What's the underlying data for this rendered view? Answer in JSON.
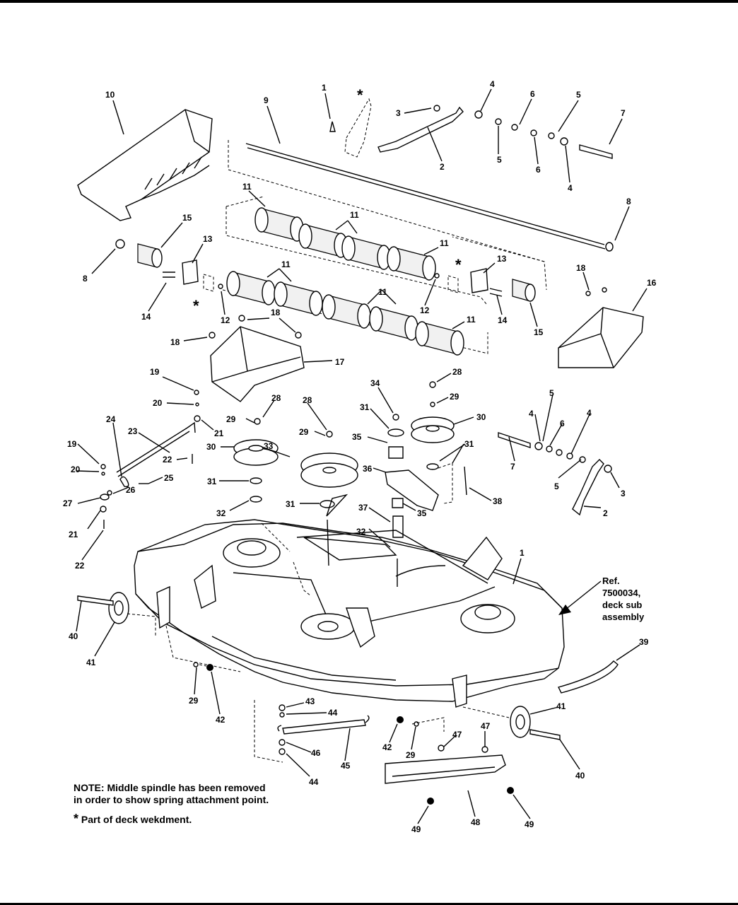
{
  "callouts": [
    {
      "id": "c-10",
      "label": "10"
    },
    {
      "id": "c-9",
      "label": "9"
    },
    {
      "id": "c-1a",
      "label": "1"
    },
    {
      "id": "c-star1",
      "label": "*"
    },
    {
      "id": "c-3a",
      "label": "3"
    },
    {
      "id": "c-4a",
      "label": "4"
    },
    {
      "id": "c-6a",
      "label": "6"
    },
    {
      "id": "c-5a",
      "label": "5"
    },
    {
      "id": "c-7a",
      "label": "7"
    },
    {
      "id": "c-2a",
      "label": "2"
    },
    {
      "id": "c-5b",
      "label": "5"
    },
    {
      "id": "c-6b",
      "label": "6"
    },
    {
      "id": "c-4b",
      "label": "4"
    },
    {
      "id": "c-8a",
      "label": "8"
    },
    {
      "id": "c-11a",
      "label": "11"
    },
    {
      "id": "c-11b",
      "label": "11"
    },
    {
      "id": "c-11c",
      "label": "11"
    },
    {
      "id": "c-15a",
      "label": "15"
    },
    {
      "id": "c-13a",
      "label": "13"
    },
    {
      "id": "c-8b",
      "label": "8"
    },
    {
      "id": "c-11d",
      "label": "11"
    },
    {
      "id": "c-star2",
      "label": "*"
    },
    {
      "id": "c-13b",
      "label": "13"
    },
    {
      "id": "c-18a",
      "label": "18"
    },
    {
      "id": "c-14a",
      "label": "14"
    },
    {
      "id": "c-star3",
      "label": "*"
    },
    {
      "id": "c-12a",
      "label": "12"
    },
    {
      "id": "c-18b",
      "label": "18"
    },
    {
      "id": "c-11e",
      "label": "11"
    },
    {
      "id": "c-12b",
      "label": "12"
    },
    {
      "id": "c-14b",
      "label": "14"
    },
    {
      "id": "c-15b",
      "label": "15"
    },
    {
      "id": "c-16",
      "label": "16"
    },
    {
      "id": "c-11f",
      "label": "11"
    },
    {
      "id": "c-18c",
      "label": "18"
    },
    {
      "id": "c-17",
      "label": "17"
    },
    {
      "id": "c-19a",
      "label": "19"
    },
    {
      "id": "c-34",
      "label": "34"
    },
    {
      "id": "c-28a",
      "label": "28"
    },
    {
      "id": "c-20a",
      "label": "20"
    },
    {
      "id": "c-29a",
      "label": "29"
    },
    {
      "id": "c-5c",
      "label": "5"
    },
    {
      "id": "c-28b",
      "label": "28"
    },
    {
      "id": "c-28c",
      "label": "28"
    },
    {
      "id": "c-31a",
      "label": "31"
    },
    {
      "id": "c-30a",
      "label": "30"
    },
    {
      "id": "c-24",
      "label": "24"
    },
    {
      "id": "c-21a",
      "label": "21"
    },
    {
      "id": "c-29b",
      "label": "29"
    },
    {
      "id": "c-4c",
      "label": "4"
    },
    {
      "id": "c-6c",
      "label": "6"
    },
    {
      "id": "c-23",
      "label": "23"
    },
    {
      "id": "c-29c",
      "label": "29"
    },
    {
      "id": "c-35a",
      "label": "35"
    },
    {
      "id": "c-31b",
      "label": "31"
    },
    {
      "id": "c-4d",
      "label": "4"
    },
    {
      "id": "c-19b",
      "label": "19"
    },
    {
      "id": "c-30b",
      "label": "30"
    },
    {
      "id": "c-33",
      "label": "33"
    },
    {
      "id": "c-22a",
      "label": "22"
    },
    {
      "id": "c-7b",
      "label": "7"
    },
    {
      "id": "c-20b",
      "label": "20"
    },
    {
      "id": "c-25",
      "label": "25"
    },
    {
      "id": "c-36",
      "label": "36"
    },
    {
      "id": "c-5d",
      "label": "5"
    },
    {
      "id": "c-3b",
      "label": "3"
    },
    {
      "id": "c-31c",
      "label": "31"
    },
    {
      "id": "c-27",
      "label": "27"
    },
    {
      "id": "c-26",
      "label": "26"
    },
    {
      "id": "c-38",
      "label": "38"
    },
    {
      "id": "c-2b",
      "label": "2"
    },
    {
      "id": "c-32a",
      "label": "32"
    },
    {
      "id": "c-31d",
      "label": "31"
    },
    {
      "id": "c-37",
      "label": "37"
    },
    {
      "id": "c-21b",
      "label": "21"
    },
    {
      "id": "c-35b",
      "label": "35"
    },
    {
      "id": "c-32b",
      "label": "32"
    },
    {
      "id": "c-22b",
      "label": "22"
    },
    {
      "id": "c-1b",
      "label": "1"
    },
    {
      "id": "c-40a",
      "label": "40"
    },
    {
      "id": "c-41a",
      "label": "41"
    },
    {
      "id": "c-39",
      "label": "39"
    },
    {
      "id": "c-29d",
      "label": "29"
    },
    {
      "id": "c-42a",
      "label": "42"
    },
    {
      "id": "c-43",
      "label": "43"
    },
    {
      "id": "c-41b",
      "label": "41"
    },
    {
      "id": "c-44a",
      "label": "44"
    },
    {
      "id": "c-47a",
      "label": "47"
    },
    {
      "id": "c-42b",
      "label": "42"
    },
    {
      "id": "c-29e",
      "label": "29"
    },
    {
      "id": "c-47b",
      "label": "47"
    },
    {
      "id": "c-46",
      "label": "46"
    },
    {
      "id": "c-45",
      "label": "45"
    },
    {
      "id": "c-40b",
      "label": "40"
    },
    {
      "id": "c-44b",
      "label": "44"
    },
    {
      "id": "c-48",
      "label": "48"
    },
    {
      "id": "c-49a",
      "label": "49"
    },
    {
      "id": "c-49b",
      "label": "49"
    }
  ],
  "reference": {
    "line1": "Ref.",
    "line2": "7500034,",
    "line3": "deck sub",
    "line4": "assembly"
  },
  "notes": {
    "line1": "NOTE: Middle spindle has been removed",
    "line2": "in order to show spring attachment point.",
    "weldment_mark": "*",
    "weldment_text": "Part of deck wekdment."
  }
}
